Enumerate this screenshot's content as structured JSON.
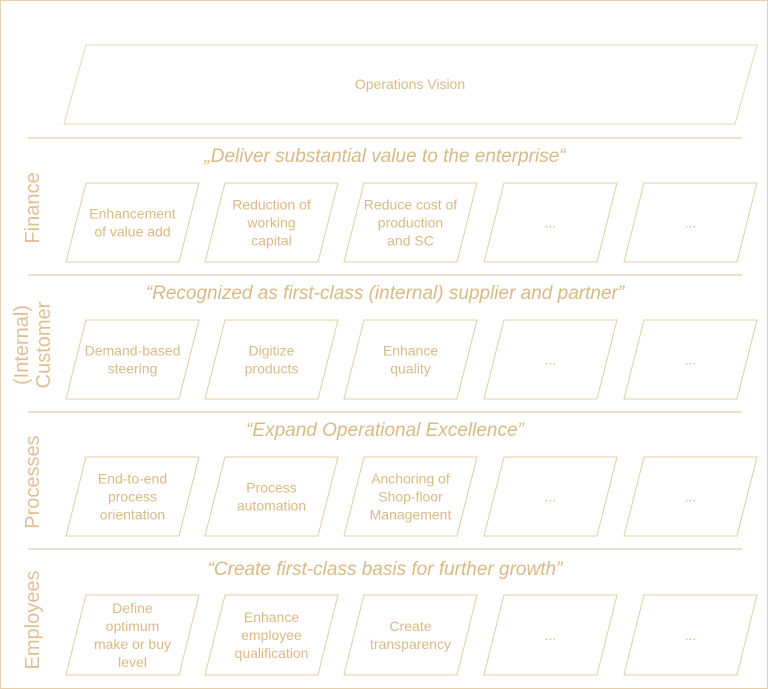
{
  "vision": "Operations Vision",
  "colors": {
    "text": "#d8ba86",
    "border": "#e0cca6",
    "separator": "#d8c39a"
  },
  "sections": [
    {
      "side_label": [
        "Finance"
      ],
      "quote": "„Deliver substantial value to the enterprise“",
      "boxes": [
        [
          "Enhancement",
          "of value add"
        ],
        [
          "Reduction of",
          "working",
          "capital"
        ],
        [
          "Reduce cost of",
          "production",
          "and SC"
        ],
        [
          "..."
        ],
        [
          "..."
        ]
      ]
    },
    {
      "side_label": [
        "(Internal)",
        "Customer"
      ],
      "quote": "“Recognized as first-class (internal) supplier and partner”",
      "boxes": [
        [
          "Demand-based",
          "steering"
        ],
        [
          "Digitize",
          "products"
        ],
        [
          "Enhance",
          "quality"
        ],
        [
          "..."
        ],
        [
          "..."
        ]
      ]
    },
    {
      "side_label": [
        "Processes"
      ],
      "quote": "“Expand Operational Excellence”",
      "boxes": [
        [
          "End-to-end",
          "process",
          "orientation"
        ],
        [
          "Process",
          "automation"
        ],
        [
          "Anchoring of",
          "Shop-floor",
          "Management"
        ],
        [
          "..."
        ],
        [
          "..."
        ]
      ]
    },
    {
      "side_label": [
        "Employees"
      ],
      "quote": "“Create first-class basis for further growth”",
      "boxes": [
        [
          "Define",
          "optimum",
          "make or buy",
          "level"
        ],
        [
          "Enhance",
          "employee",
          "qualification"
        ],
        [
          "Create",
          "transparency"
        ],
        [
          "..."
        ],
        [
          "..."
        ]
      ]
    }
  ]
}
